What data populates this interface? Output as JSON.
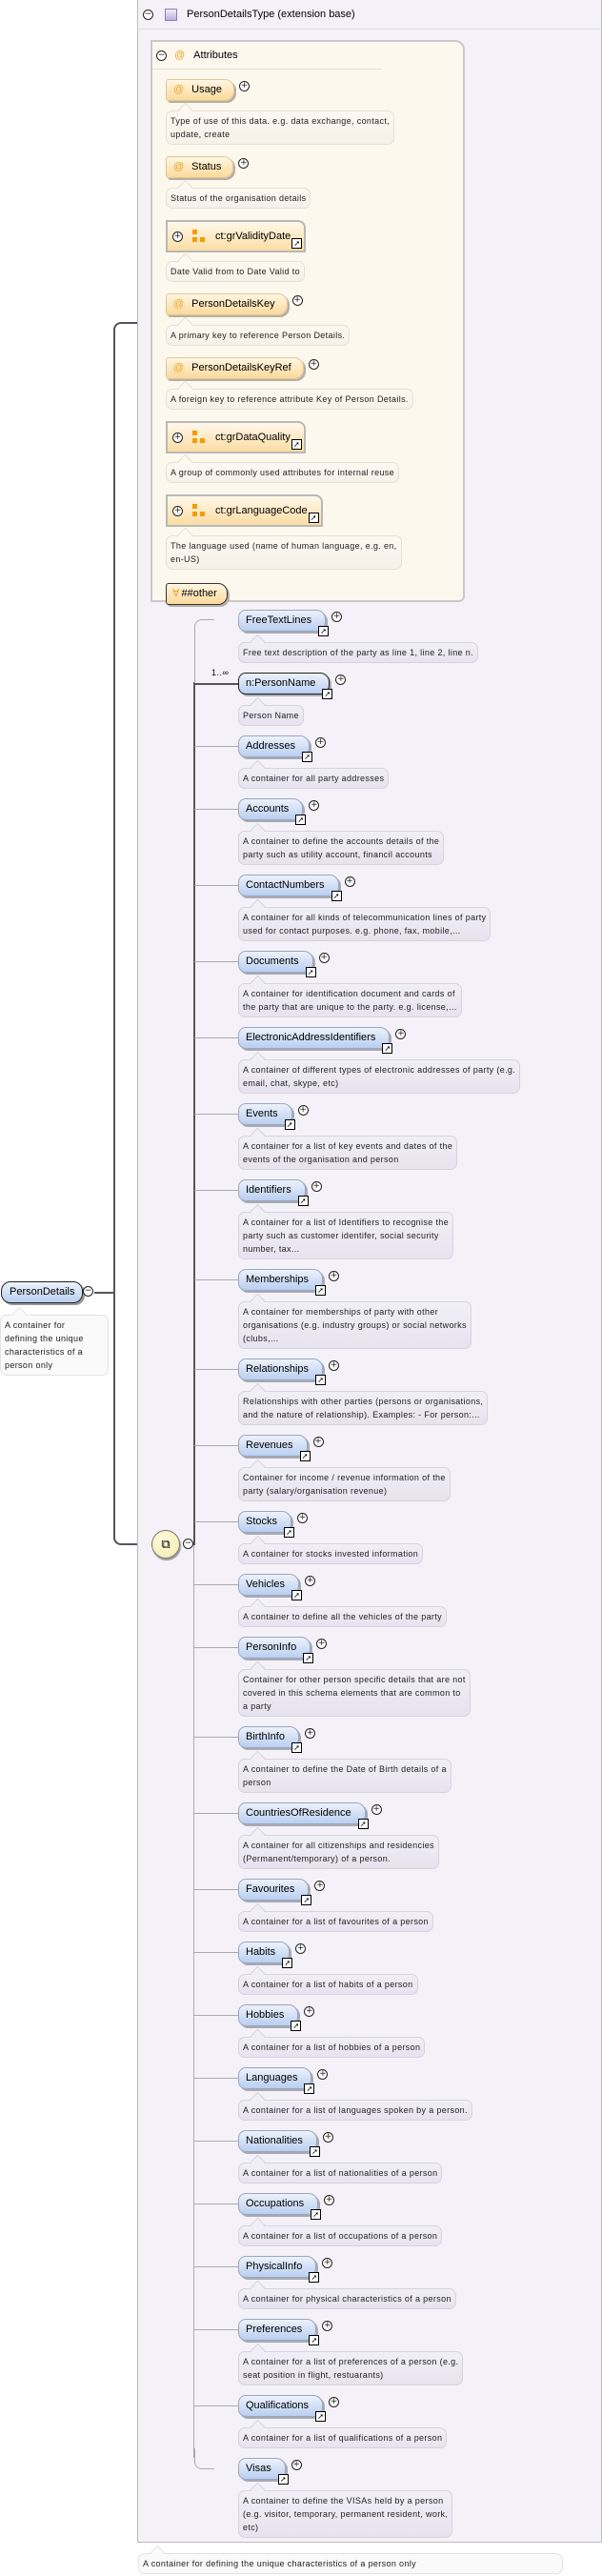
{
  "root": {
    "name": "PersonDetails",
    "description": "A container for\ndefining the unique\ncharacteristics of a\nperson only"
  },
  "type_box": {
    "title": "PersonDetailsType (extension base)",
    "type_description": "A container for defining the unique characteristics of a person only"
  },
  "attributes": {
    "title": "Attributes",
    "items": [
      {
        "kind": "attribute",
        "name": "Usage",
        "description": "Type of use of this data. e.g. data exchange, contact,\nupdate, create"
      },
      {
        "kind": "attribute",
        "name": "Status",
        "description": "Status of the organisation details"
      },
      {
        "kind": "group",
        "name": "ct:grValidityDate",
        "description": "Date Valid from to Date Valid to"
      },
      {
        "kind": "attribute",
        "name": "PersonDetailsKey",
        "description": "A primary key to reference Person Details."
      },
      {
        "kind": "attribute",
        "name": "PersonDetailsKeyRef",
        "description": "A foreign key to reference attribute Key of Person Details."
      },
      {
        "kind": "group",
        "name": "ct:grDataQuality",
        "description": "A group of commonly used attributes for internal reuse"
      },
      {
        "kind": "group",
        "name": "ct:grLanguageCode",
        "description": "The language used (name of human language, e.g. en,\nen-US)"
      }
    ],
    "any_attribute": "##other"
  },
  "sequence": {
    "occurrence_label": "1..∞",
    "elements": [
      {
        "name": "FreeTextLines",
        "description": "Free text description of the party as line 1, line 2, line n."
      },
      {
        "name": "n:PersonName",
        "required": true,
        "description": "Person Name"
      },
      {
        "name": "Addresses",
        "description": "A container for all party addresses"
      },
      {
        "name": "Accounts",
        "description": "A container to define the accounts details of the\nparty such as utility account, financil accounts"
      },
      {
        "name": "ContactNumbers",
        "description": "A container for all kinds of telecommunication lines of party\nused for contact purposes. e.g. phone, fax, mobile,..."
      },
      {
        "name": "Documents",
        "description": "A container for identification document and cards of\nthe party that are unique to the party. e.g. license,..."
      },
      {
        "name": "ElectronicAddressIdentifiers",
        "description": "A container of different types of electronic addresses of party (e.g.\nemail, chat, skype, etc)"
      },
      {
        "name": "Events",
        "description": "A container for a list of key events and dates of the\nevents of the organisation and person"
      },
      {
        "name": "Identifiers",
        "description": "A container for a list of Identifiers to recognise the\nparty such as customer identifer, social security\nnumber, tax..."
      },
      {
        "name": "Memberships",
        "description": "A container for memberships of party with other\norganisations (e.g. industry groups) or social networks\n(clubs,..."
      },
      {
        "name": "Relationships",
        "description": "Relationships with other parties (persons or organisations,\nand the nature of relationship). Examples: - For person:..."
      },
      {
        "name": "Revenues",
        "description": "Container for income / revenue information of the\nparty (salary/organisation revenue)"
      },
      {
        "name": "Stocks",
        "description": "A container for stocks invested information"
      },
      {
        "name": "Vehicles",
        "description": "A container to define all the vehicles of the party"
      },
      {
        "name": "PersonInfo",
        "description": "Container for other person specific details that are not\ncovered in this schema elements that are common to\na party"
      },
      {
        "name": "BirthInfo",
        "description": "A container to define the Date of Birth details of a\nperson"
      },
      {
        "name": "CountriesOfResidence",
        "description": "A container for all citizenships and residencies\n(Permanent/temporary) of a person."
      },
      {
        "name": "Favourites",
        "description": "A container for a list of favourites of a person"
      },
      {
        "name": "Habits",
        "description": "A container for a list of habits of a person"
      },
      {
        "name": "Hobbies",
        "description": "A container for a list of hobbies of a person"
      },
      {
        "name": "Languages",
        "description": "A container for a list of languages spoken by a person."
      },
      {
        "name": "Nationalities",
        "description": "A container for a list of nationalities of a person"
      },
      {
        "name": "Occupations",
        "description": "A container for a list of occupations of a person"
      },
      {
        "name": "PhysicalInfo",
        "description": "A container for physical characteristics of a person"
      },
      {
        "name": "Preferences",
        "description": "A container for a list of preferences of a person (e.g.\nseat position in flight, restuarants)"
      },
      {
        "name": "Qualifications",
        "description": "A container for a list of qualifications of a person"
      },
      {
        "name": "Visas",
        "description": "A container to define the VISAs held by a person\n(e.g. visitor, temporary, permanent resident, work,\netc)"
      }
    ]
  },
  "colors": {
    "element": "#b9cff1",
    "attribute": "#fcd99a",
    "type_bg": "#f4f2f8",
    "attr_bg": "#fdf8ee"
  }
}
